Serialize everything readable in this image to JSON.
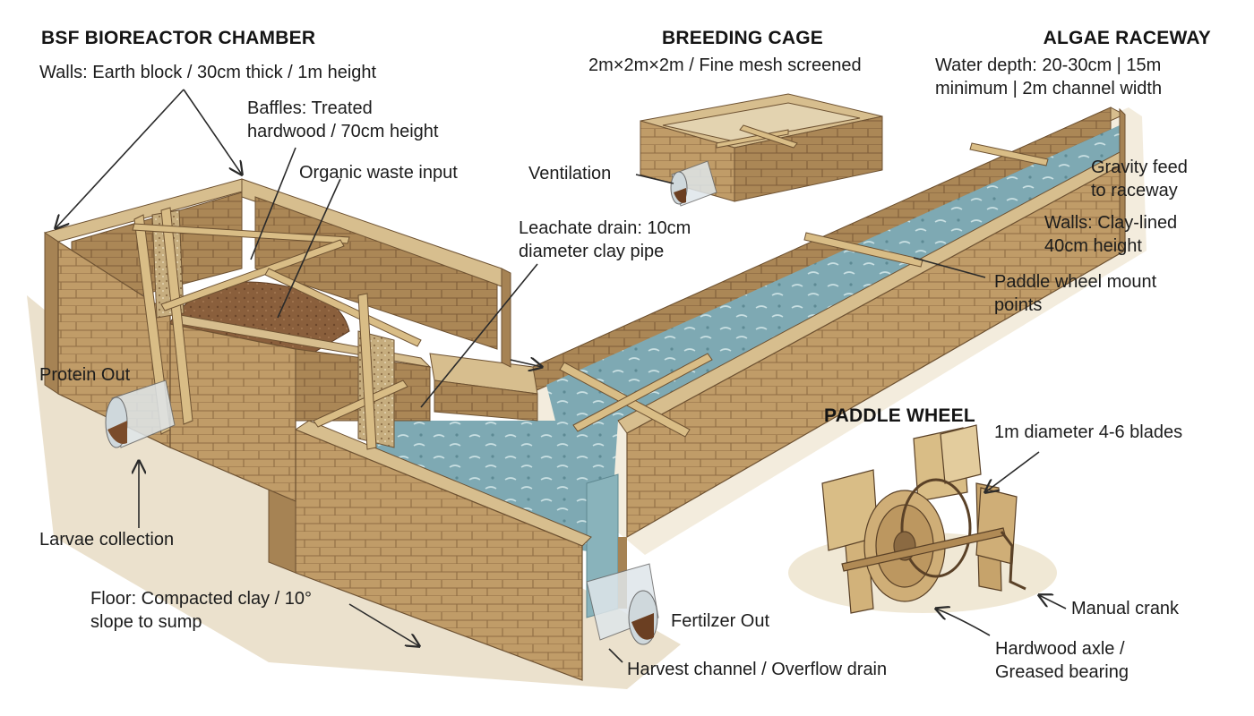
{
  "sections": {
    "bsf": "BSF BIOREACTOR CHAMBER",
    "breeding": "BREEDING CAGE",
    "algae": "ALGAE RACEWAY",
    "paddle": "PADDLE WHEEL"
  },
  "labels": {
    "walls_bsf": "Walls: Earth block / 30cm thick / 1m height",
    "baffles_1": "Baffles: Treated",
    "baffles_2": "hardwood / 70cm height",
    "organic": "Organic waste input",
    "breeding_spec": "2m×2m×2m / Fine mesh screened",
    "ventilation": "Ventilation",
    "water_1": "Water depth: 20-30cm | 15m",
    "water_2": "minimum | 2m channel width",
    "gravity_1": "Gravity feed",
    "gravity_2": "to raceway",
    "walls_clay_1": "Walls: Clay-lined",
    "walls_clay_2": "40cm height",
    "leachate_1": "Leachate drain: 10cm",
    "leachate_2": "diameter clay pipe",
    "paddle_mount_1": "Paddle wheel mount",
    "paddle_mount_2": "points",
    "protein": "Protein Out",
    "larvae": "Larvae collection",
    "floor_1": "Floor: Compacted clay / 10°",
    "floor_2": "slope to sump",
    "fertilizer": "Fertilzer Out",
    "harvest": "Harvest channel / Overflow drain",
    "diameter": "1m diameter 4-6 blades",
    "crank": "Manual crank",
    "axle_1": "Hardwood axle /",
    "axle_2": "Greased bearing"
  },
  "colors": {
    "block_top": "#d7be8e",
    "block_face": "#c09c68",
    "block_dark": "#a68354",
    "water": "#7ea9b3",
    "water_light": "#b3d0d4",
    "soil": "#8a5f3c",
    "ground": "#e7dcc4",
    "timber": "#d9bd86",
    "line": "#2a2a2a"
  }
}
